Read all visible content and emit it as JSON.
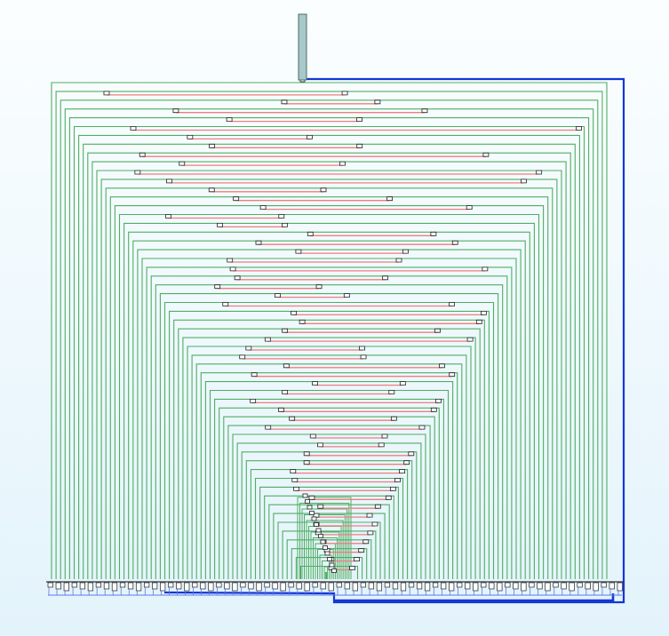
{
  "diagram": {
    "kind": "stacked-hierarchy-wiring",
    "levels": 56,
    "leaf_blocks": 72,
    "colors": {
      "background_top": "#fbfeff",
      "background_bottom": "#e3f3fb",
      "green_wire": "#4fae62",
      "red_bus": "#f07c84",
      "blue_backbone": "#1437d6",
      "blue_thin": "#5a78ea",
      "node_fill": "#ffffff",
      "node_stroke": "#222222",
      "stem_fill": "#a9c8c8",
      "stem_stroke": "#4b6b6b",
      "rail_color": "#333333"
    }
  }
}
